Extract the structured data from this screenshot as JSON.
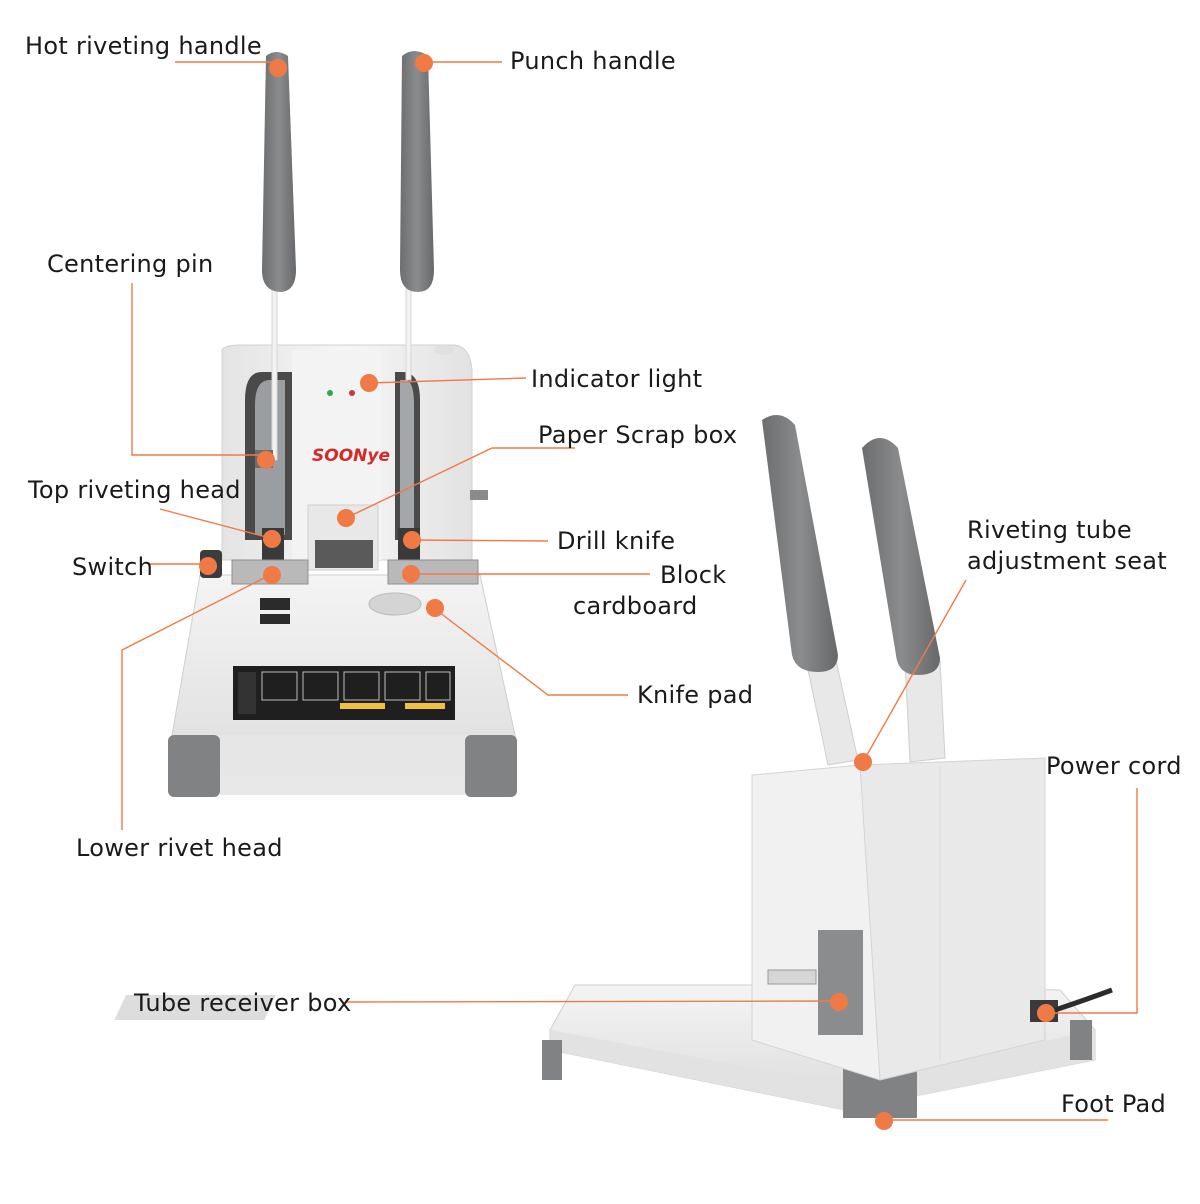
{
  "colors": {
    "accent": "#f07a45",
    "plastic_gray": "#7a7c7e",
    "body_white": "#ececec"
  },
  "brand": {
    "logo_text": "SOONye"
  },
  "labels": {
    "hot_riveting_handle": "Hot riveting handle",
    "punch_handle": "Punch handle",
    "centering_pin": "Centering pin",
    "indicator_light": "Indicator light",
    "paper_scrap_box": "Paper Scrap box",
    "top_riveting_head": "Top riveting head",
    "drill_knife": "Drill knife",
    "switch": "Switch",
    "block_cardboard_1": "Block",
    "block_cardboard_2": "cardboard",
    "knife_pad": "Knife pad",
    "lower_rivet_head": "Lower rivet head",
    "riveting_tube_seat_1": "Riveting tube",
    "riveting_tube_seat_2": "adjustment seat",
    "power_cord": "Power cord",
    "tube_receiver_box": "Tube receiver box",
    "foot_pad": "Foot Pad"
  }
}
